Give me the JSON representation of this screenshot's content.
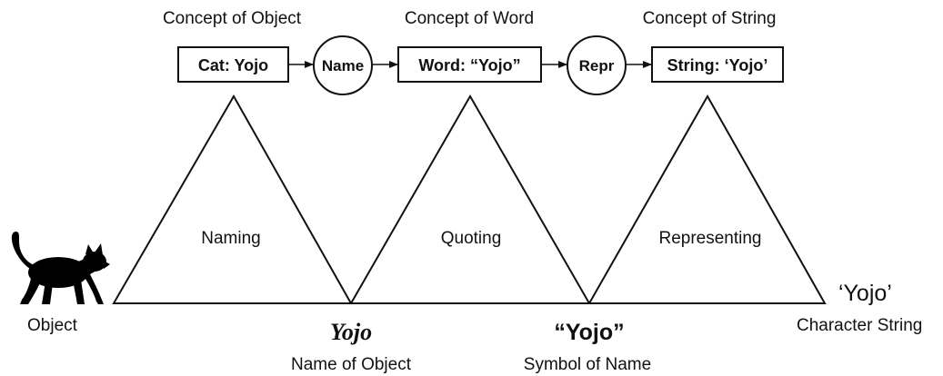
{
  "headers": {
    "object": "Concept of Object",
    "word": "Concept of Word",
    "string": "Concept of String"
  },
  "boxes": {
    "cat": "Cat: Yojo",
    "word": "Word: “Yojo”",
    "string": "String: ‘Yojo’"
  },
  "relations": {
    "name": "Name",
    "repr": "Repr"
  },
  "triangles": {
    "naming": "Naming",
    "quoting": "Quoting",
    "representing": "Representing"
  },
  "bottom": {
    "object": "Object",
    "yojo_name": "Yojo",
    "name_of_object": "Name of Object",
    "yojo_symbol": "“Yojo”",
    "symbol_of_name": "Symbol of Name",
    "yojo_string": "‘Yojo’",
    "character_string": "Character String"
  },
  "icons": {
    "cat": "cat-silhouette-icon"
  },
  "colors": {
    "ink": "#111111",
    "background": "#ffffff"
  }
}
